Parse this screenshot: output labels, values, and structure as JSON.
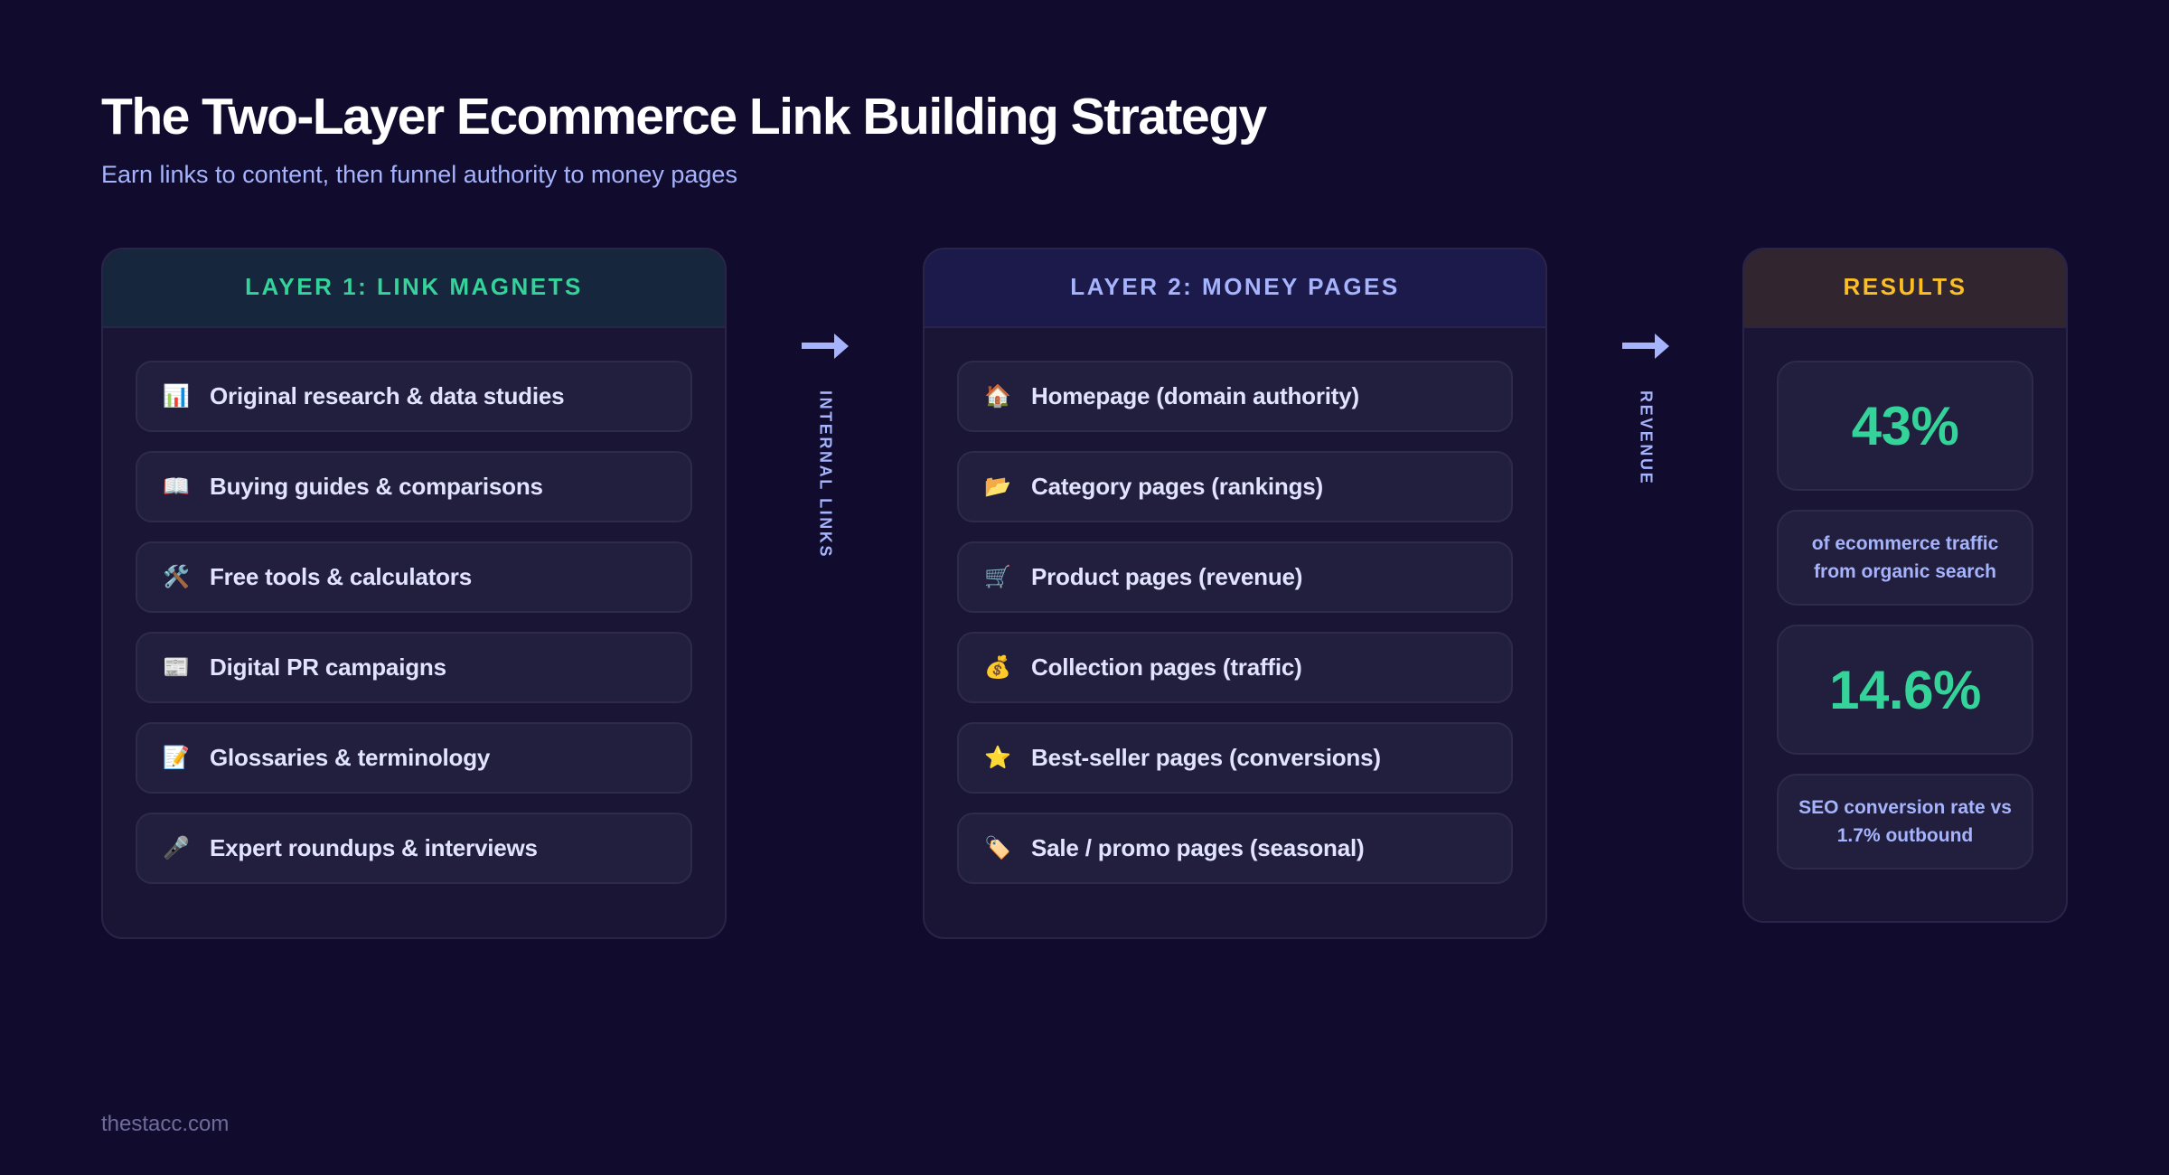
{
  "header": {
    "title": "The Two-Layer Ecommerce Link Building Strategy",
    "subtitle": "Earn links to content, then funnel authority to money pages"
  },
  "layer1": {
    "title": "LAYER 1: LINK MAGNETS",
    "accent_color": "#34d399",
    "items": [
      {
        "icon": "📊",
        "icon_name": "bar-chart-icon",
        "label": "Original research & data studies"
      },
      {
        "icon": "📖",
        "icon_name": "open-book-icon",
        "label": "Buying guides & comparisons"
      },
      {
        "icon": "🛠️",
        "icon_name": "tools-icon",
        "label": "Free tools & calculators"
      },
      {
        "icon": "📰",
        "icon_name": "newspaper-icon",
        "label": "Digital PR campaigns"
      },
      {
        "icon": "📝",
        "icon_name": "memo-icon",
        "label": "Glossaries & terminology"
      },
      {
        "icon": "🎤",
        "icon_name": "microphone-icon",
        "label": "Expert roundups & interviews"
      }
    ]
  },
  "connector1": {
    "label": "INTERNAL LINKS",
    "icon_name": "arrow-right-icon"
  },
  "layer2": {
    "title": "LAYER 2: MONEY PAGES",
    "accent_color": "#a5b4fc",
    "items": [
      {
        "icon": "🏠",
        "icon_name": "house-icon",
        "label": "Homepage (domain authority)"
      },
      {
        "icon": "📂",
        "icon_name": "folder-icon",
        "label": "Category pages (rankings)"
      },
      {
        "icon": "🛒",
        "icon_name": "shopping-cart-icon",
        "label": "Product pages (revenue)"
      },
      {
        "icon": "💰",
        "icon_name": "money-bag-icon",
        "label": "Collection pages (traffic)"
      },
      {
        "icon": "⭐",
        "icon_name": "star-icon",
        "label": "Best-seller pages (conversions)"
      },
      {
        "icon": "🏷️",
        "icon_name": "tag-icon",
        "label": "Sale / promo pages (seasonal)"
      }
    ]
  },
  "connector2": {
    "label": "REVENUE",
    "icon_name": "arrow-right-icon"
  },
  "results": {
    "title": "RESULTS",
    "accent_color": "#fbbf24",
    "stats": [
      {
        "value": "43%",
        "description": "of ecommerce traffic from organic search"
      },
      {
        "value": "14.6%",
        "description": "SEO conversion rate vs 1.7% outbound"
      }
    ]
  },
  "footer": {
    "source": "thestacc.com"
  },
  "colors": {
    "background": "#110c2e",
    "card_body": "#1a1535",
    "item_bg": "#221e3e",
    "green": "#34d399",
    "lavender": "#a5b4fc",
    "amber": "#fbbf24"
  }
}
